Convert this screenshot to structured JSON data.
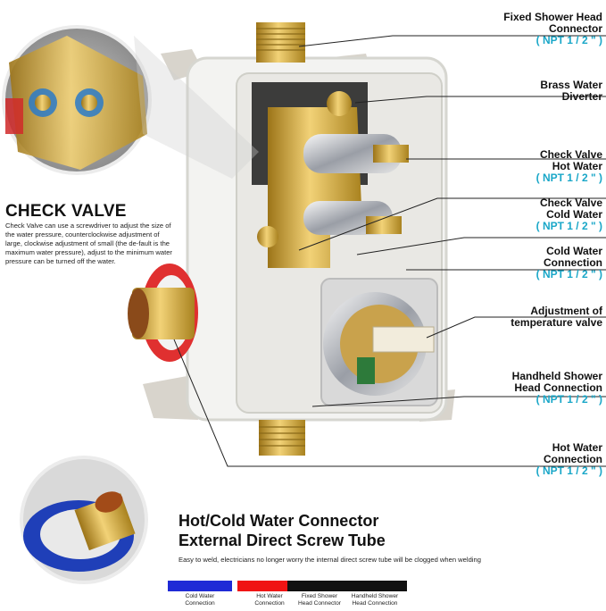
{
  "labels": {
    "fixed_shower": {
      "text": "Fixed Shower Head\nConnector",
      "npt": "( NPT 1 / 2 \" )"
    },
    "brass_diverter": {
      "text": "Brass Water\nDiverter"
    },
    "check_hot": {
      "text": "Check Valve\nHot Water",
      "npt": "( NPT 1 / 2 \" )"
    },
    "check_cold": {
      "text": "Check Valve\nCold Water",
      "npt": "( NPT 1 / 2 \" )"
    },
    "cold_conn": {
      "text": "Cold Water\nConnection",
      "npt": "( NPT 1 / 2 \" )"
    },
    "temp_adjust": {
      "text": "Adjustment of\ntemperature valve"
    },
    "handheld": {
      "text": "Handheld Shower\nHead Connection",
      "npt": "( NPT 1 / 2 \" )"
    },
    "hot_conn": {
      "text": "Hot Water\nConnection",
      "npt": "( NPT 1 / 2 \" )"
    }
  },
  "check_valve": {
    "title": "CHECK VALVE",
    "description": "Check Valve can use a screwdriver to adjust the size of the water pressure, counterclockwise adjustment of large, clockwise adjustment of small (the de-fault is the maximum water pressure), adjust to the minimum water pressure can be turned off the water."
  },
  "connector": {
    "title_line1": "Hot/Cold Water Connector",
    "title_line2": "External Direct Screw Tube",
    "description": "Easy to weld, electricians no longer worry the internal direct screw tube will be clogged when welding"
  },
  "legend": [
    {
      "label": "Cold Water\nConnection",
      "color": "#1f2ad6"
    },
    {
      "label": "Hot Water\nConnection",
      "color": "#f01414"
    },
    {
      "label": "Fixed Shower\nHead Connector",
      "color": "#111111"
    },
    {
      "label": "Handheld Shower\nHead Connection",
      "color": "#111111"
    }
  ],
  "colors": {
    "brass": "#d4a640",
    "body": "#eeeeea",
    "chrome": "#b9bcc2",
    "npt_blue": "#1aa7c8"
  }
}
